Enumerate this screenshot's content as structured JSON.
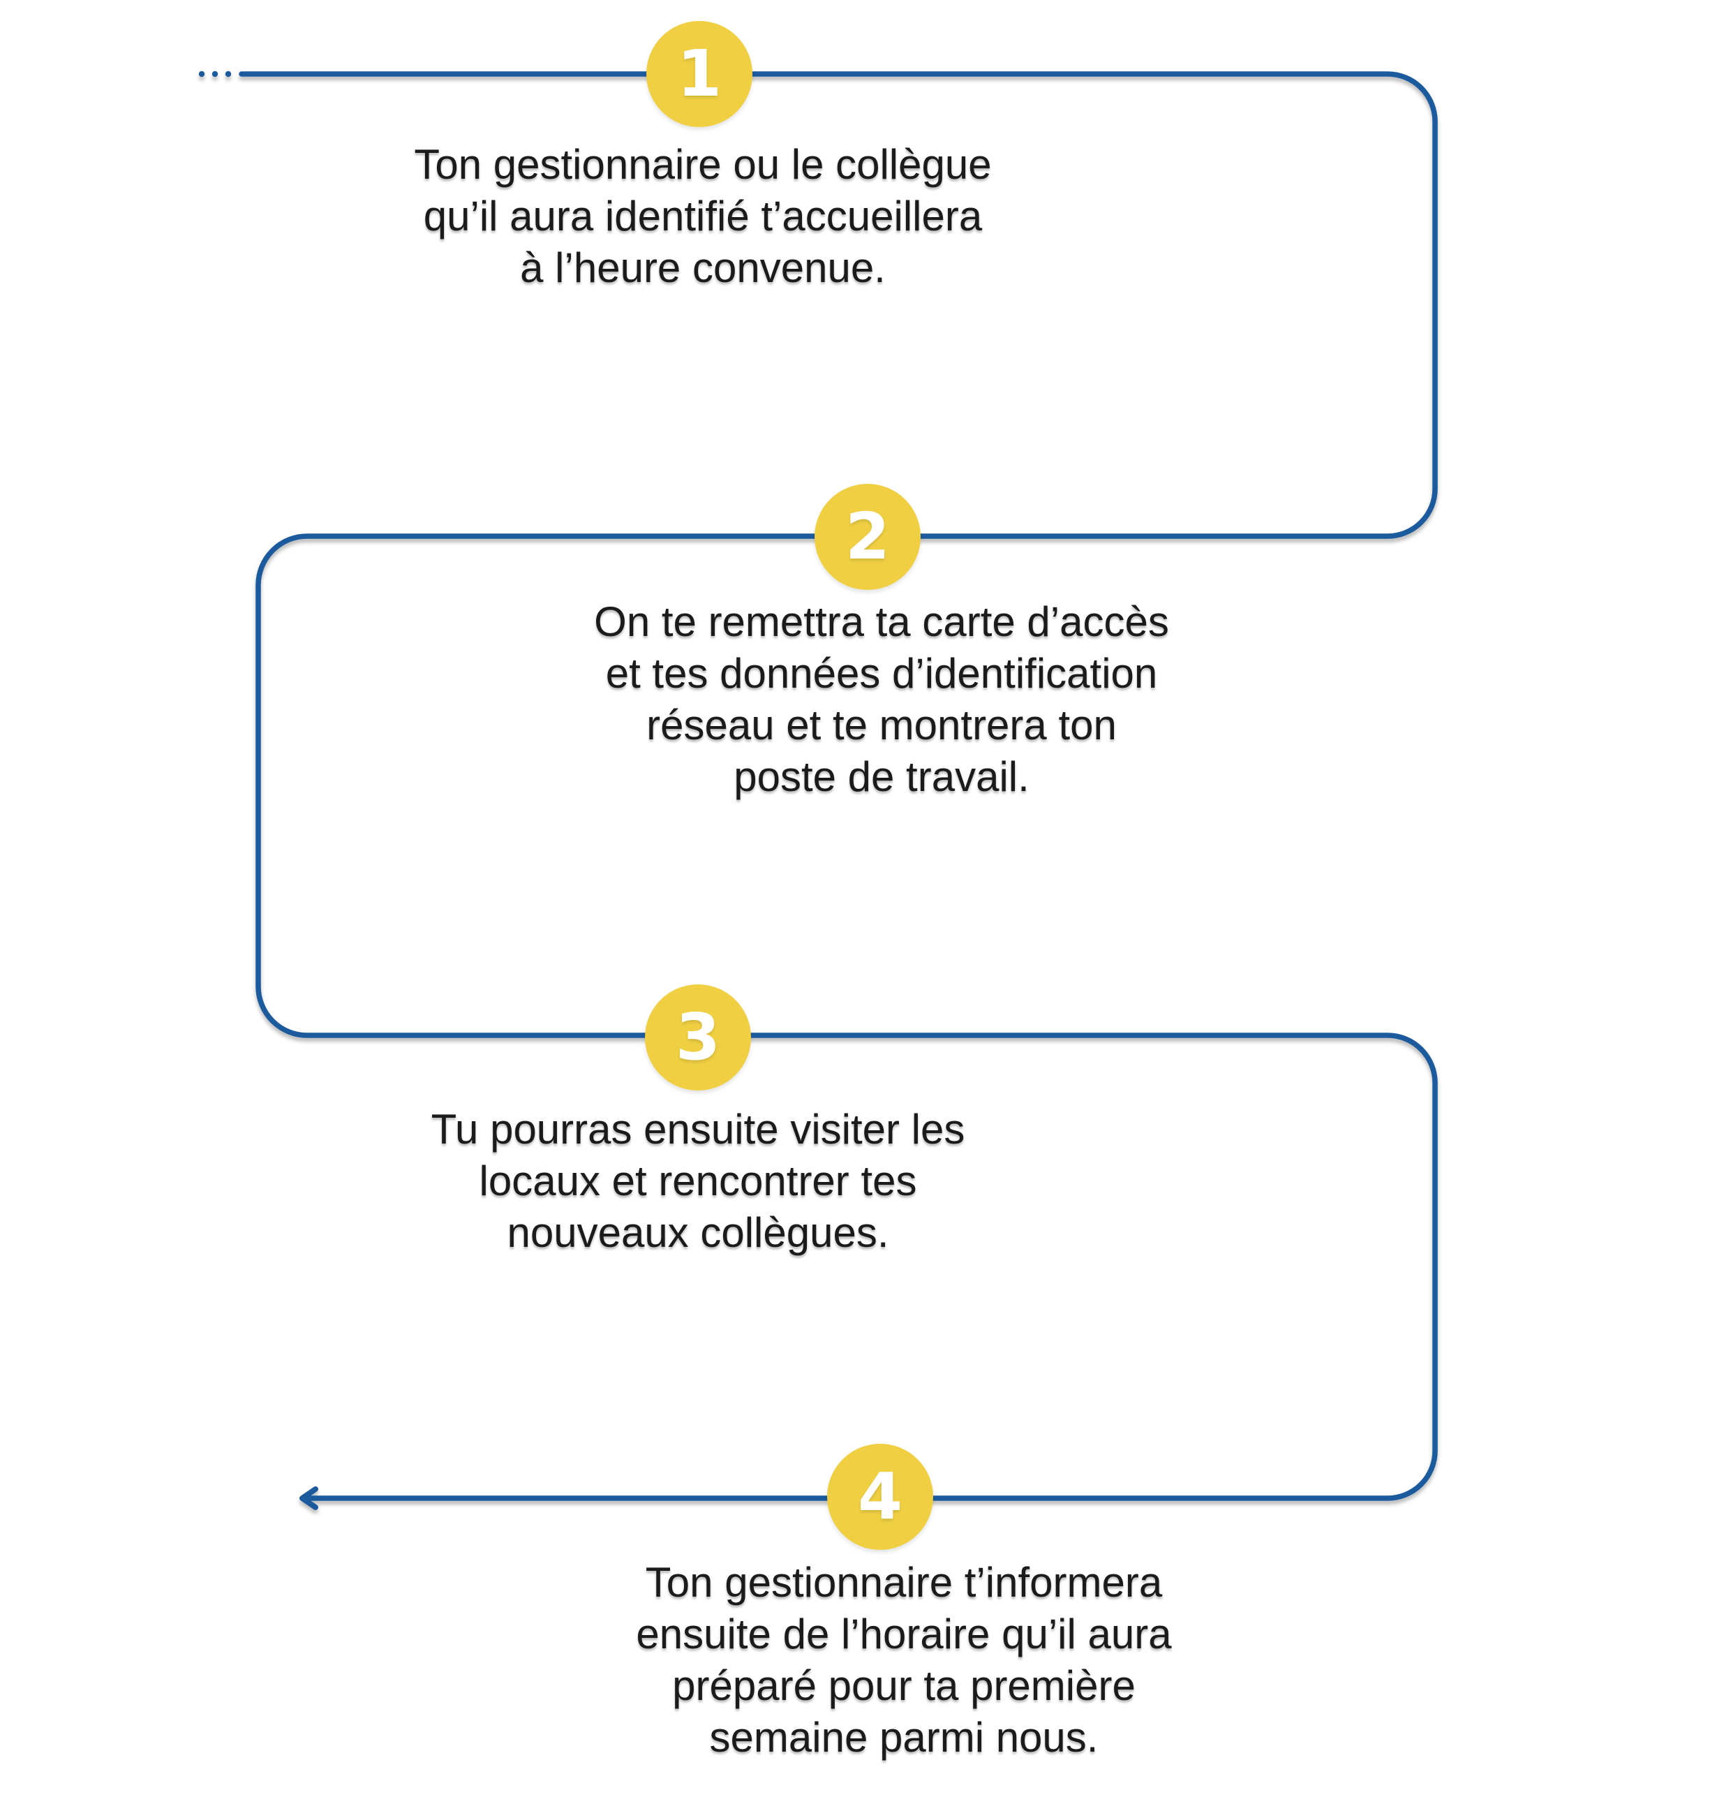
{
  "diagram": {
    "type": "process-timeline",
    "colors": {
      "line": "#1B5A9E",
      "circle": "#F0D042",
      "number": "#FFFFFF",
      "text": "#1B1B1B",
      "background": "#FFFFFF"
    },
    "markers": {
      "start_dots_count": 3,
      "end_arrow_direction": "left"
    },
    "steps": [
      {
        "number": "1",
        "lines": [
          "Ton gestionnaire ou le collègue",
          "qu’il aura identifié t’accueillera",
          "à l’heure convenue."
        ]
      },
      {
        "number": "2",
        "lines": [
          "On te remettra ta carte d’accès",
          "et tes données d’identification",
          "réseau et te montrera ton",
          "poste de travail."
        ]
      },
      {
        "number": "3",
        "lines": [
          "Tu pourras ensuite visiter les",
          "locaux et rencontrer tes",
          "nouveaux collègues."
        ]
      },
      {
        "number": "4",
        "lines": [
          "Ton gestionnaire t’informera",
          "ensuite de l’horaire qu’il aura",
          "préparé pour ta première",
          "semaine parmi nous."
        ]
      }
    ]
  }
}
